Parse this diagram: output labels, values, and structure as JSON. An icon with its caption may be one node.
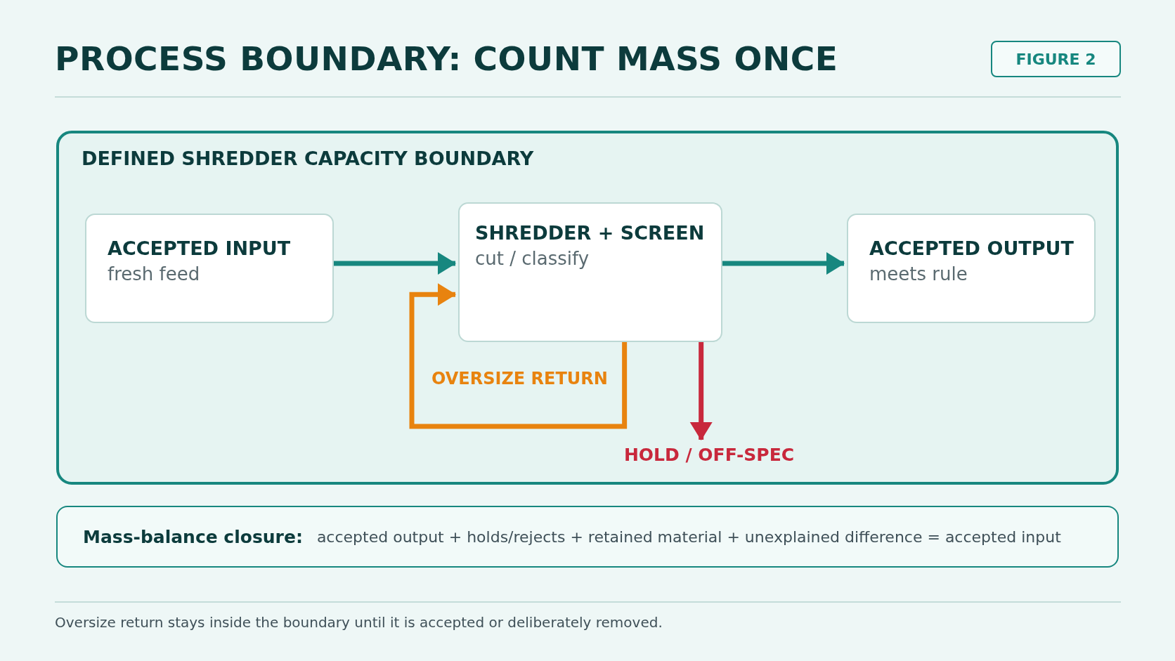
{
  "diagram": {
    "title": "PROCESS BOUNDARY: COUNT MASS ONCE",
    "caption": "Oversize return stays inside the boundary until it is accepted or deliberately removed.",
    "nodes": [
      {
        "text": [
          "DEFINED SHREDDER CAPACITY BOUNDARY"
        ]
      },
      {
        "text": [
          "ACCEPTED INPUT",
          "fresh feed"
        ],
        "in": 0
      },
      {
        "text": [
          "SHREDDER + SCREEN",
          "cut / classify"
        ],
        "in": 0
      },
      {
        "text": [
          "ACCEPTED OUTPUT",
          "meets rule"
        ],
        "in": 0
      },
      {
        "text": [
          "HOLD / OFF-SPEC"
        ],
        "in": 0
      },
      {
        "text": [
          "Mass-balance closure:",
          "accepted output + holds/rejects + retained material + unexplained difference = accepted input"
        ]
      }
    ],
    "edges": [
      {
        "from": 1,
        "to": 2,
        "arrow": "to"
      },
      {
        "from": 2,
        "to": 3,
        "arrow": "to"
      },
      {
        "from": 2,
        "to": 2,
        "arrow": "to",
        "label": "OVERSIZE RETURN",
        "color": "#e8830f"
      },
      {
        "from": 2,
        "to": 4,
        "arrow": "to",
        "color": "#c8283c"
      }
    ],
    "labels": [
      "FIGURE 2"
    ]
  }
}
